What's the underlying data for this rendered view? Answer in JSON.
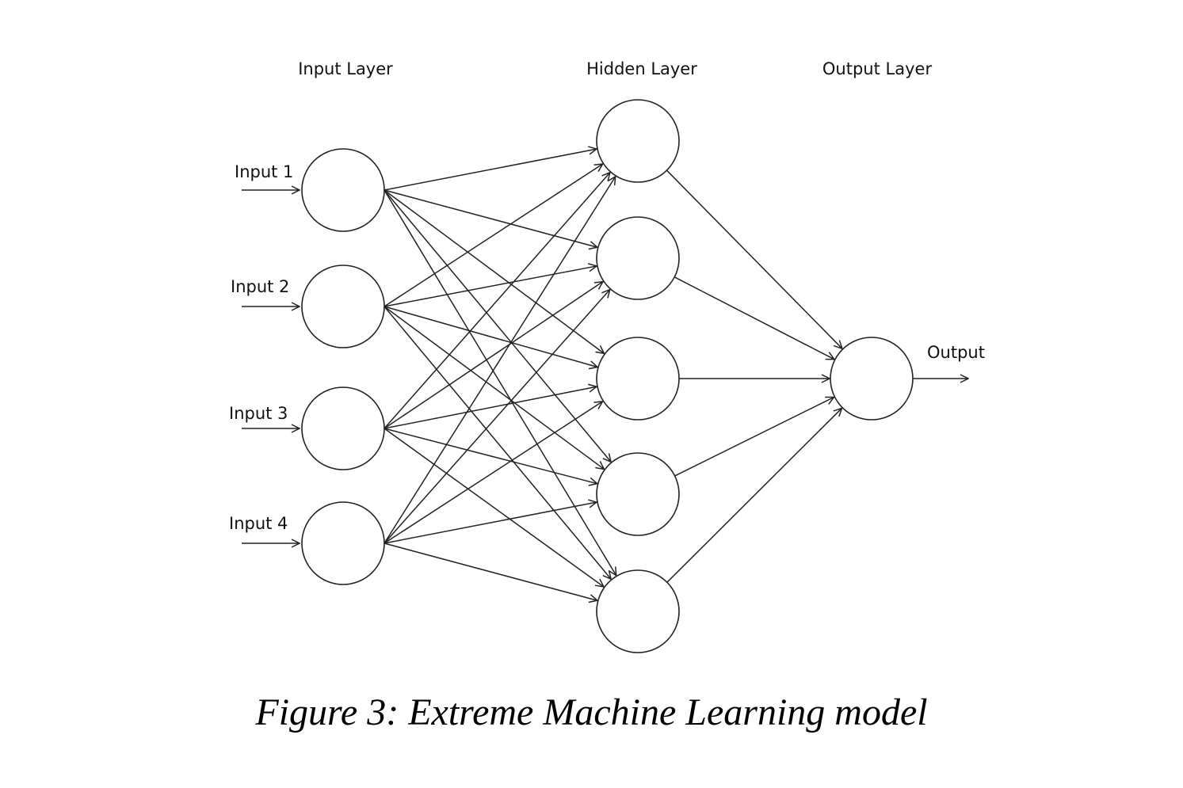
{
  "diagram": {
    "layers": {
      "input_title": "Input Layer",
      "hidden_title": "Hidden Layer",
      "output_title": "Output Layer"
    },
    "inputs": [
      "Input 1",
      "Input 2",
      "Input 3",
      "Input 4"
    ],
    "output_label": "Output",
    "node_counts": {
      "input": 4,
      "hidden": 5,
      "output": 1
    },
    "connectivity": "fully-connected",
    "line_color": "#222222"
  },
  "caption": "Figure 3: Extreme Machine Learning model"
}
